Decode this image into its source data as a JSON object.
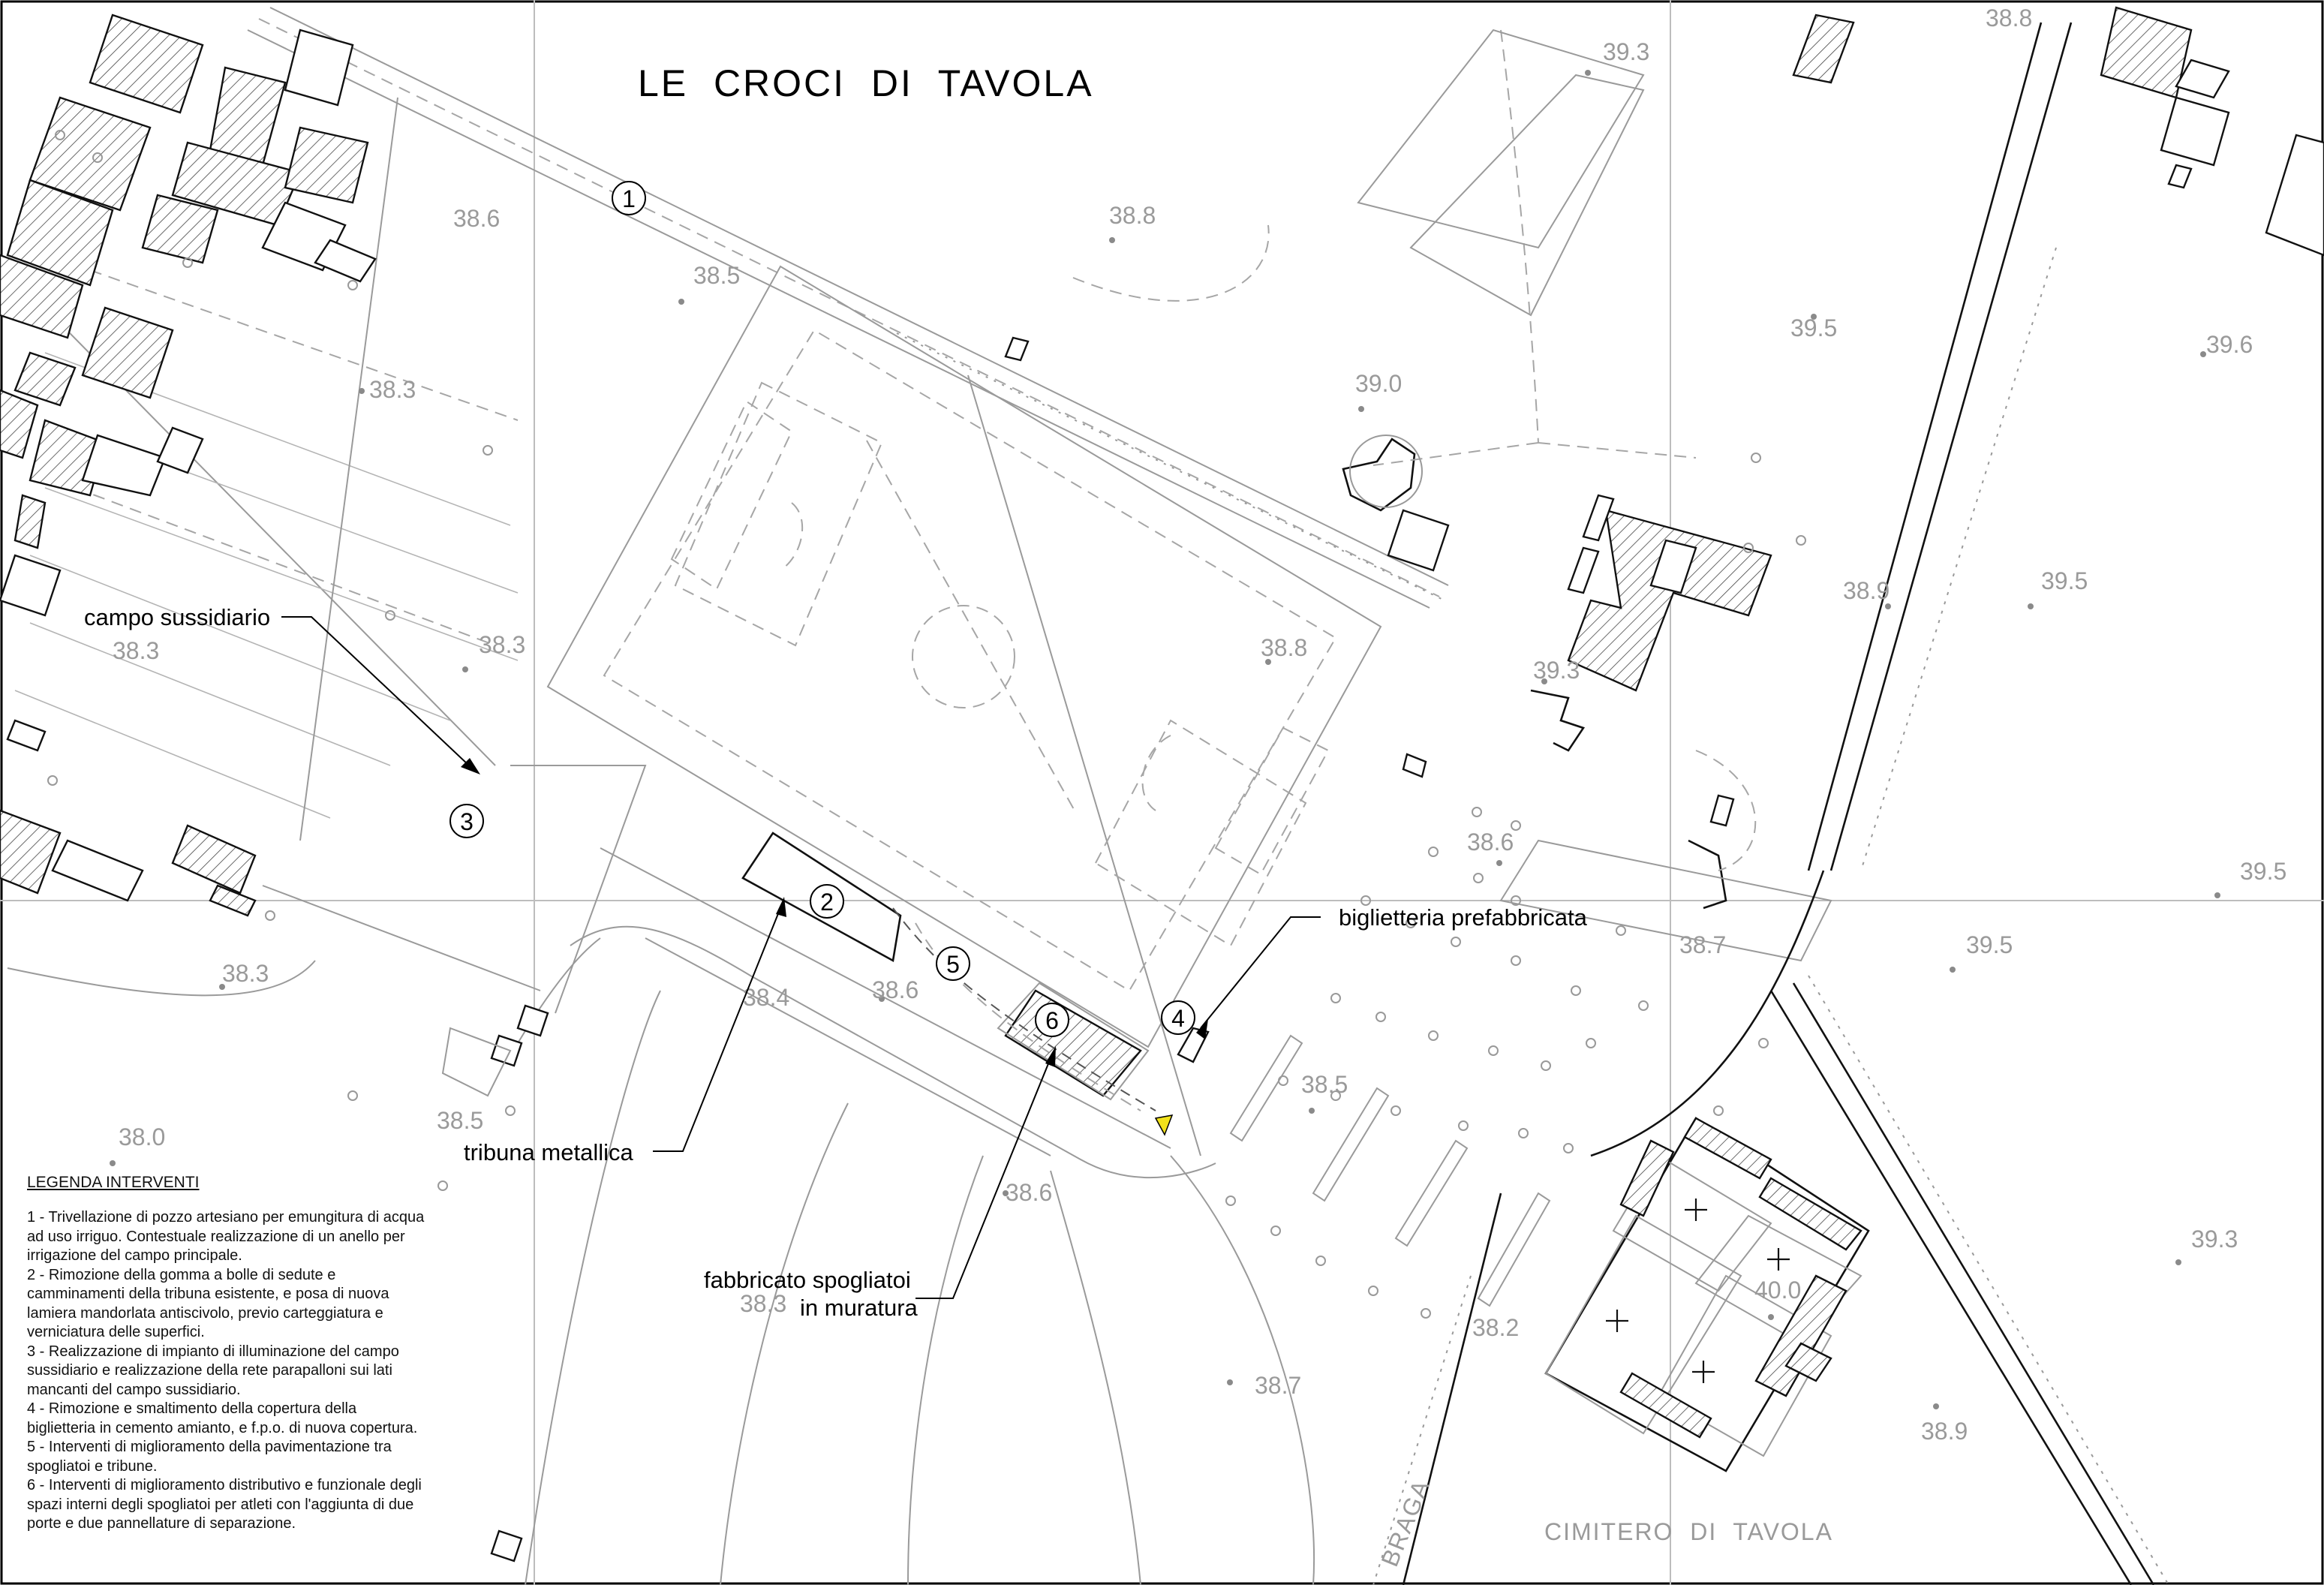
{
  "title": "LE  CROCI  DI  TAVOLA",
  "place_labels": {
    "cemetery": "CIMITERO  DI  TAVOLA",
    "street": "BRAGA"
  },
  "elevations": [
    "39.3",
    "38.8",
    "38.6",
    "38.5",
    "38.8",
    "38.3",
    "39.0",
    "39.5",
    "39.6",
    "38.3",
    "38.3",
    "38.8",
    "38.9",
    "39.5",
    "39.3",
    "38.6",
    "39.5",
    "38.7",
    "39.5",
    "38.3",
    "38.4",
    "38.6",
    "38.5",
    "38.5",
    "38.0",
    "38.6",
    "40.0",
    "38.3",
    "38.2",
    "38.7",
    "39.3",
    "38.9"
  ],
  "markers": [
    "1",
    "2",
    "3",
    "4",
    "5",
    "6"
  ],
  "annotations": {
    "campo": "campo sussidiario",
    "tribuna": "tribuna metallica",
    "biglietteria": "biglietteria prefabbricata",
    "spogliatoi_1": "fabbricato spogliatoi",
    "spogliatoi_2": "in muratura"
  },
  "legend": {
    "title": "LEGENDA INTERVENTI",
    "items": [
      "1 - Trivellazione di pozzo artesiano per emungitura di acqua ad uso irriguo. Contestuale realizzazione di un anello per irrigazione del campo principale.",
      "2 - Rimozione della gomma a bolle di sedute e camminamenti della tribuna esistente, e posa di nuova lamiera mandorlata antiscivolo, previo carteggiatura e verniciatura delle superfici.",
      "3 - Realizzazione di impianto di illuminazione del campo sussidiario e realizzazione della rete parapalloni sui lati mancanti del campo sussidiario.",
      "4 - Rimozione e smaltimento della copertura della biglietteria in cemento amianto, e f.p.o. di nuova copertura.",
      "5 - Interventi di miglioramento della pavimentazione tra spogliatoi e tribune.",
      "6 - Interventi di miglioramento distributivo e funzionale degli spazi interni degli spogliatoi per atleti con l'aggiunta di due porte e due pannellature di separazione."
    ]
  },
  "colors": {
    "marker_triangle": "#f2e21a",
    "lines": "#9a9a9a",
    "ink": "#111111"
  }
}
